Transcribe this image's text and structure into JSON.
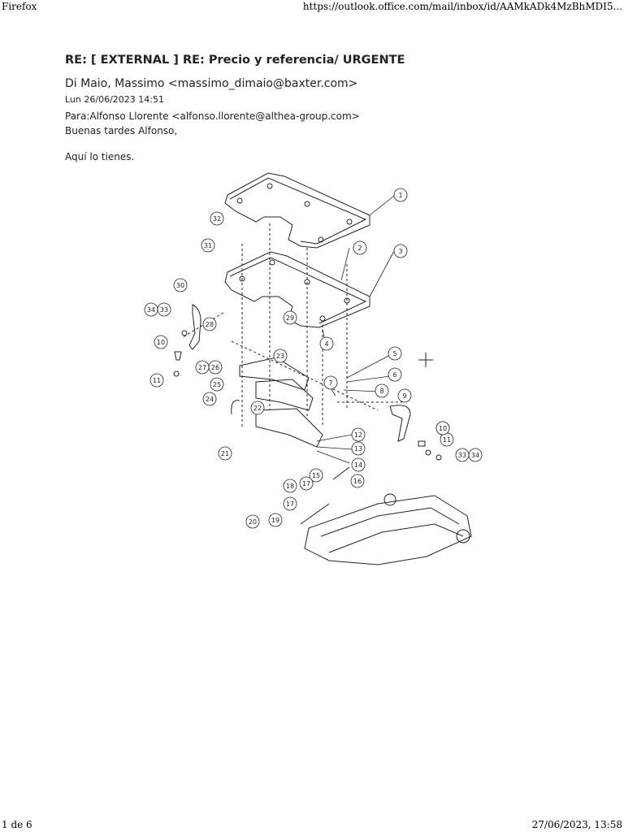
{
  "print_header": {
    "browser": "Firefox",
    "url": "https://outlook.office.com/mail/inbox/id/AAMkADk4MzBhMDI5..."
  },
  "email": {
    "subject": "RE: [ EXTERNAL ] RE: Precio y referencia/ URGENTE",
    "from": "Di Maio, Massimo <massimo_dimaio@baxter.com>",
    "date": "Lun 26/06/2023 14:51",
    "to": "Para:Alfonso Llorente <alfonso.llorente@althea-group.com>",
    "greeting": "Buenas tardes Alfonso,",
    "body": "Aquí lo tienes."
  },
  "diagram": {
    "callouts": [
      "1",
      "2",
      "3",
      "4",
      "5",
      "6",
      "7",
      "8",
      "9",
      "10",
      "11",
      "12",
      "13",
      "14",
      "15",
      "16",
      "17",
      "17",
      "18",
      "19",
      "20",
      "21",
      "22",
      "23",
      "24",
      "25",
      "26",
      "27",
      "28",
      "29",
      "30",
      "31",
      "32",
      "33",
      "34",
      "33",
      "34",
      "10",
      "11"
    ]
  },
  "print_footer": {
    "page": "1 de 6",
    "timestamp": "27/06/2023, 13:58"
  }
}
